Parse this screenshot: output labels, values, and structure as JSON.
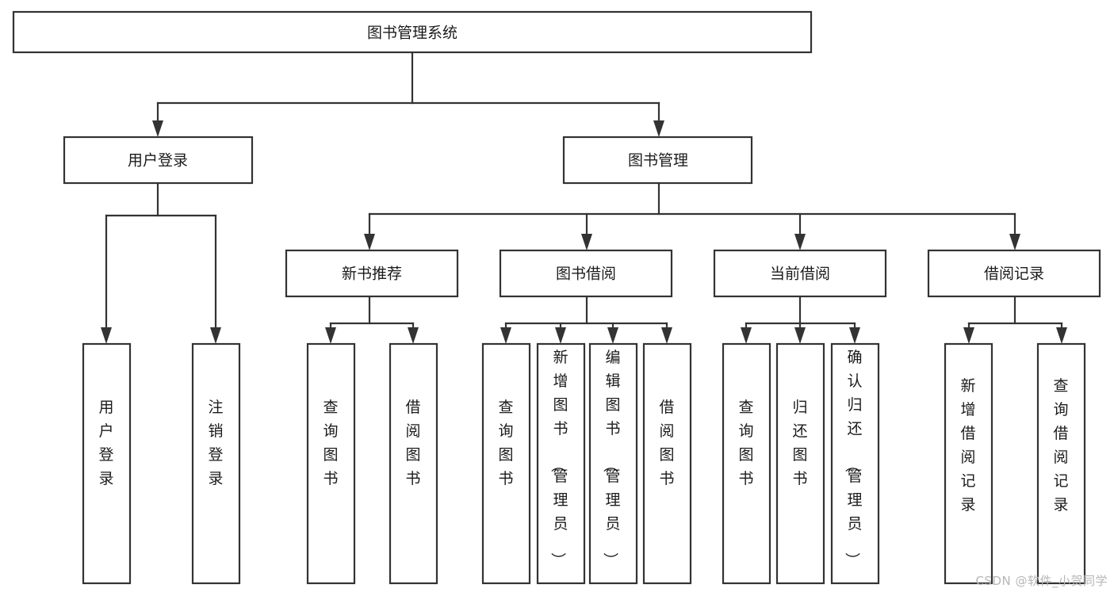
{
  "diagram": {
    "type": "tree-hierarchy",
    "title": "图书管理系统",
    "watermark": "CSDN @软件_小贺同学",
    "colors": {
      "stroke": "#333333",
      "fill": "#ffffff",
      "text": "#1b1b1b",
      "watermark": "#b7b7b7",
      "background": "#ffffff"
    },
    "root": {
      "label": "图书管理系统",
      "id": "root-book-management-system"
    },
    "level2": [
      {
        "id": "user-login",
        "label": "用户登录"
      },
      {
        "id": "book-management",
        "label": "图书管理"
      }
    ],
    "level3": [
      {
        "id": "new-book-recommend",
        "label": "新书推荐",
        "parent": "book-management"
      },
      {
        "id": "book-borrow",
        "label": "图书借阅",
        "parent": "book-management"
      },
      {
        "id": "current-borrow",
        "label": "当前借阅",
        "parent": "book-management"
      },
      {
        "id": "borrow-record",
        "label": "借阅记录",
        "parent": "book-management"
      }
    ],
    "leaves": {
      "user-login": [
        {
          "id": "leaf-user-login",
          "label": "用户登录"
        },
        {
          "id": "leaf-logout-login",
          "label": "注销登录"
        }
      ],
      "new-book-recommend": [
        {
          "id": "leaf-query-book-1",
          "label": "查询图书"
        },
        {
          "id": "leaf-borrow-book-1",
          "label": "借阅图书"
        }
      ],
      "book-borrow": [
        {
          "id": "leaf-query-book-2",
          "label": "查询图书"
        },
        {
          "id": "leaf-add-book-admin",
          "label": "新增图书（管理员）"
        },
        {
          "id": "leaf-edit-book-admin",
          "label": "编辑图书（管理员）"
        },
        {
          "id": "leaf-borrow-book-2",
          "label": "借阅图书"
        }
      ],
      "current-borrow": [
        {
          "id": "leaf-query-book-3",
          "label": "查询图书"
        },
        {
          "id": "leaf-return-book",
          "label": "归还图书"
        },
        {
          "id": "leaf-confirm-return-admin",
          "label": "确认归还（管理员）"
        }
      ],
      "borrow-record": [
        {
          "id": "leaf-add-borrow-record",
          "label": "新增借阅记录"
        },
        {
          "id": "leaf-query-borrow-record",
          "label": "查询借阅记录"
        }
      ]
    }
  }
}
